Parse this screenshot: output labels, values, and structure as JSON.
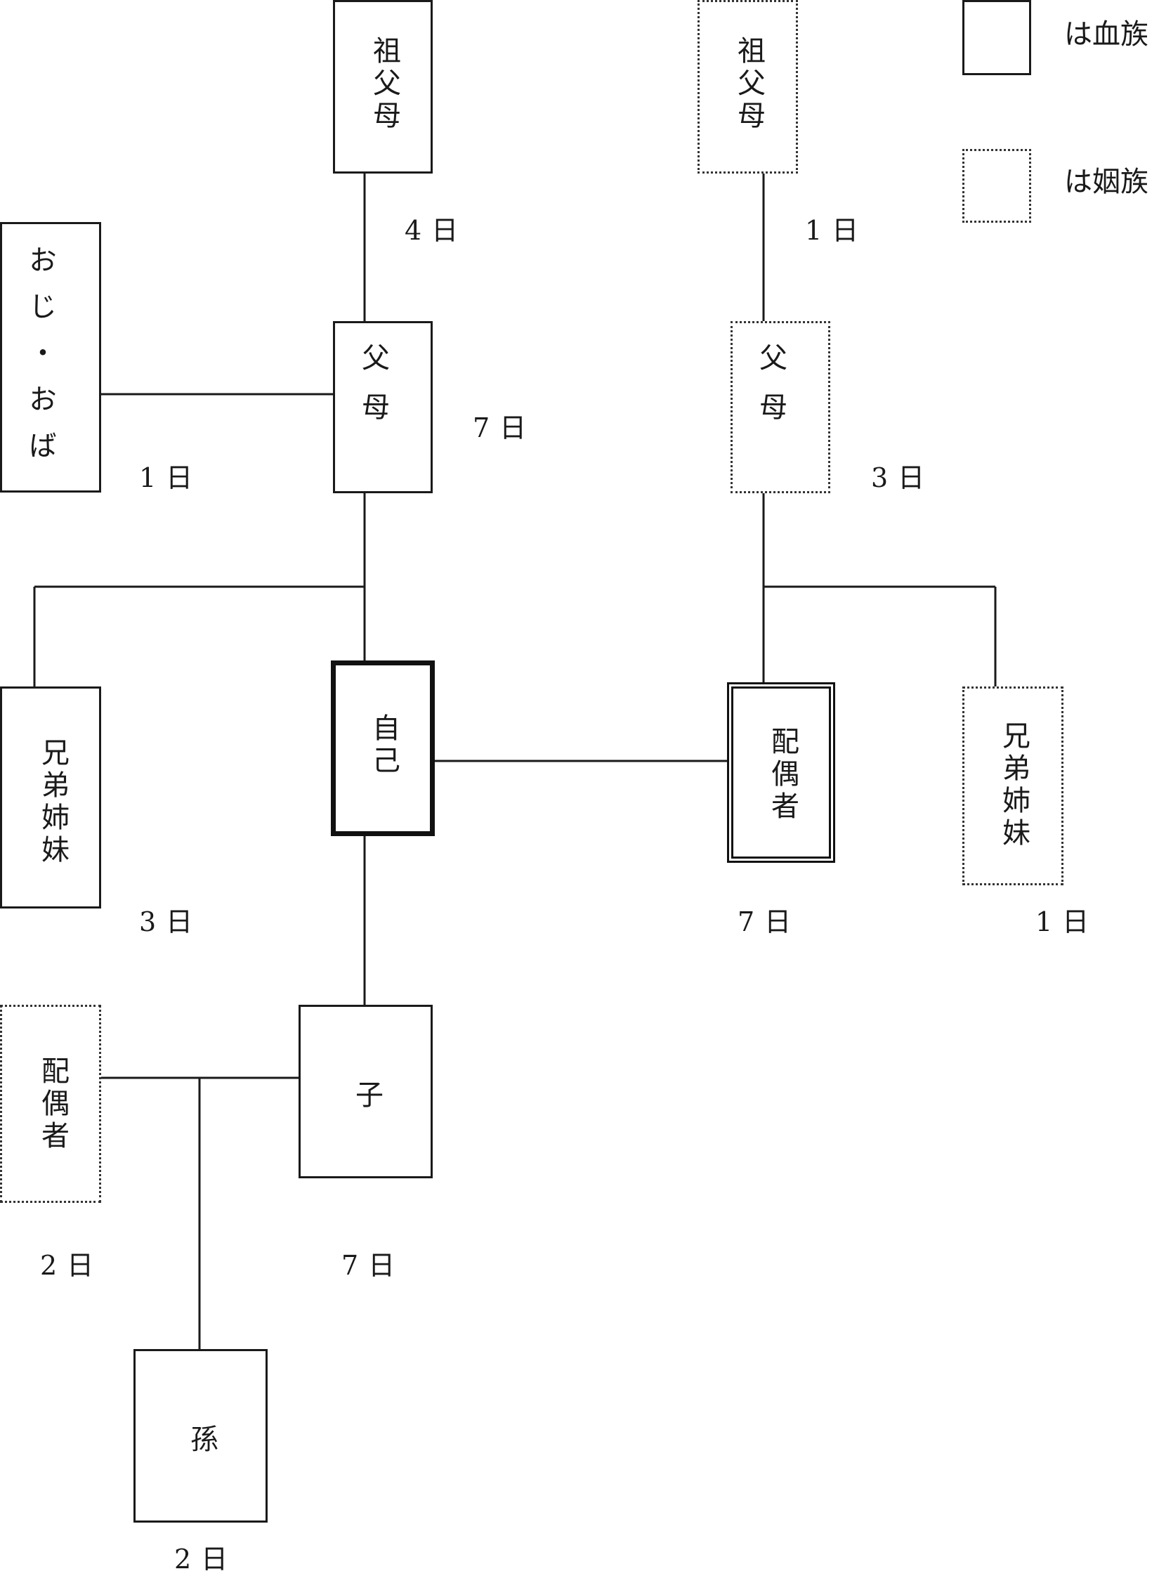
{
  "legend": {
    "blood_label": "は血族",
    "inlaw_label": "は姻族"
  },
  "nodes": {
    "grandparents_blood": "祖父母",
    "grandparents_inlaw": "祖父母",
    "uncle_aunt": "おじ・おば",
    "parents_blood": "父母",
    "parents_inlaw": "父母",
    "siblings_blood": "兄弟姉妹",
    "self": "自己",
    "spouse": "配偶者",
    "siblings_inlaw": "兄弟姉妹",
    "child_spouse": "配偶者",
    "child": "子",
    "grandchild": "孫"
  },
  "days": {
    "grandparents_blood": "4日",
    "grandparents_inlaw": "1日",
    "uncle_aunt": "1日",
    "parents_blood": "7日",
    "parents_inlaw": "3日",
    "siblings_blood": "3日",
    "spouse": "7日",
    "siblings_inlaw": "1日",
    "child_spouse": "2日",
    "child": "7日",
    "grandchild": "2日"
  }
}
